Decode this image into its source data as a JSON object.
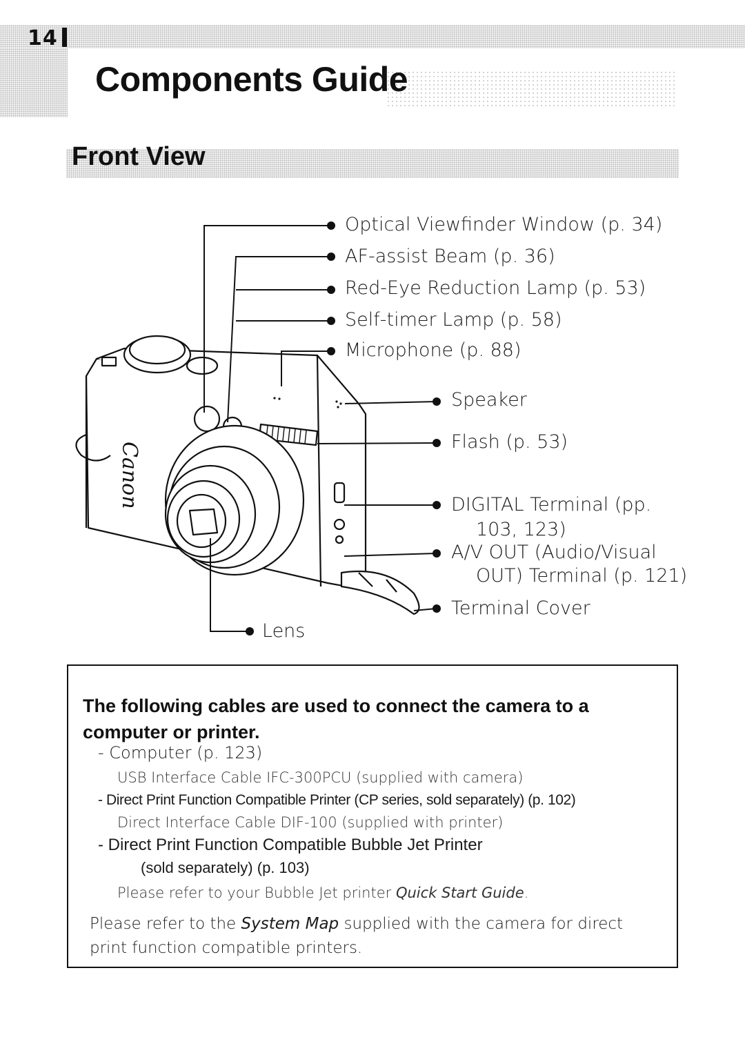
{
  "header": {
    "page_number": "14",
    "title": "Components Guide",
    "section": "Front View"
  },
  "callouts": {
    "viewfinder": "Optical Viewfinder Window (p. 34)",
    "af_assist": "AF-assist Beam (p. 36)",
    "red_eye": "Red-Eye Reduction Lamp (p. 53)",
    "self_timer": "Self-timer Lamp (p. 58)",
    "microphone": "Microphone (p. 88)",
    "speaker": "Speaker",
    "flash": "Flash (p. 53)",
    "digital_terminal_1": "DIGITAL Terminal (pp.",
    "digital_terminal_2": "103, 123)",
    "av_out_1": "A/V OUT (Audio/Visual",
    "av_out_2": "OUT) Terminal (p. 121)",
    "terminal_cover": "Terminal Cover",
    "lens": "Lens"
  },
  "camera": {
    "brand": "Canon"
  },
  "note": {
    "heading": "The following cables are used to connect the camera to a computer or printer.",
    "computer": "- Computer (p. 123)",
    "computer_cable": "USB Interface Cable IFC-300PCU (supplied with camera)",
    "direct_print": "- Direct Print Function Compatible Printer (CP series, sold separately) (p. 102)",
    "direct_cable": "Direct Interface Cable DIF-100 (supplied with printer)",
    "bubble_1": "- Direct Print Function Compatible Bubble Jet Printer",
    "bubble_2": "(sold separately) (p. 103)",
    "bubble_ref_pre": "Please refer to your Bubble Jet printer ",
    "bubble_ref_ital": "Quick Start Guide",
    "bubble_ref_post": ".",
    "system_pre": "Please refer to the ",
    "system_ital": "System Map",
    "system_post": " supplied with the camera for direct",
    "system_2": "print function compatible printers."
  }
}
